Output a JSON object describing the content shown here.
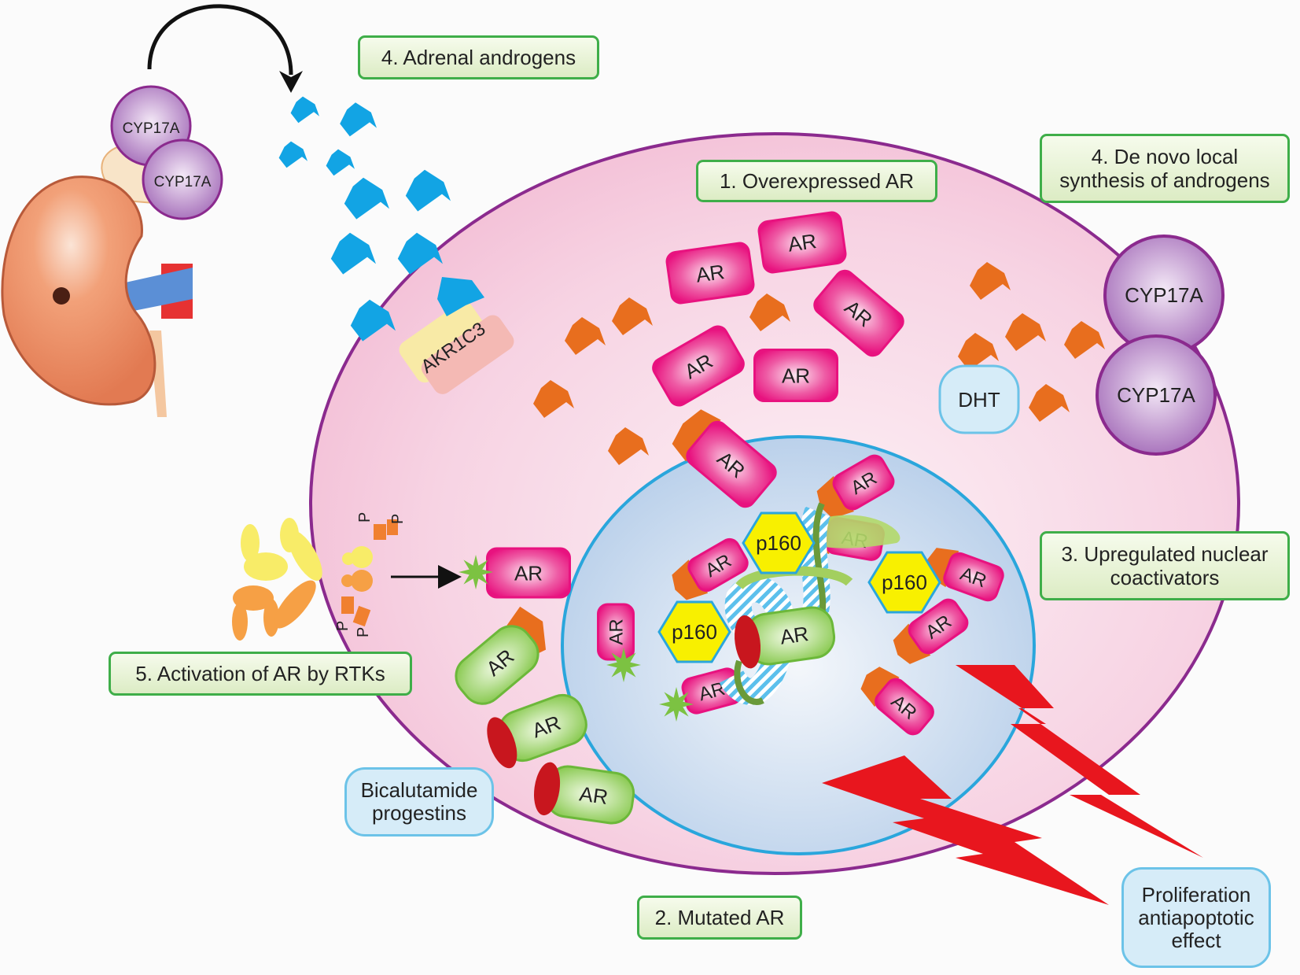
{
  "labels": {
    "adrenal_androgens": "4. Adrenal androgens",
    "overexpressed_ar": "1. Overexpressed AR",
    "de_novo_line1": "4. De novo local",
    "de_novo_line2": "synthesis of androgens",
    "upregulated_line1": "3. Upregulated nuclear",
    "upregulated_line2": "coactivators",
    "activation_rtks": "5. Activation of AR by RTKs",
    "mutated_ar": "2. Mutated AR",
    "bicalutamide_line1": "Bicalutamide",
    "bicalutamide_line2": "progestins",
    "proliferation_line1": "Proliferation",
    "proliferation_line2": "antiapoptotic",
    "proliferation_line3": "effect"
  },
  "molecules": {
    "cyp17a": "CYP17A",
    "ar": "AR",
    "p160": "p160",
    "dht": "DHT",
    "akr1c3": "AKR1C3",
    "phospho": "P"
  },
  "colors": {
    "cell_membrane": "#8b2a8e",
    "cell_fill": "#f6c9dd",
    "nucleus_border": "#2aa6dc",
    "nucleus_fill": "#c4d8ee",
    "ar_pink": "#e8127f",
    "androgen_blue": "#12a4e4",
    "androgen_orange": "#e86e1e",
    "p160_yellow": "#f8f000",
    "cyp_purple": "#a36bb8",
    "bolt_red": "#e8161e",
    "mutant_green": "#8ccc50",
    "label_border_green": "#3fae49",
    "label_border_blue": "#6cc3e8"
  }
}
